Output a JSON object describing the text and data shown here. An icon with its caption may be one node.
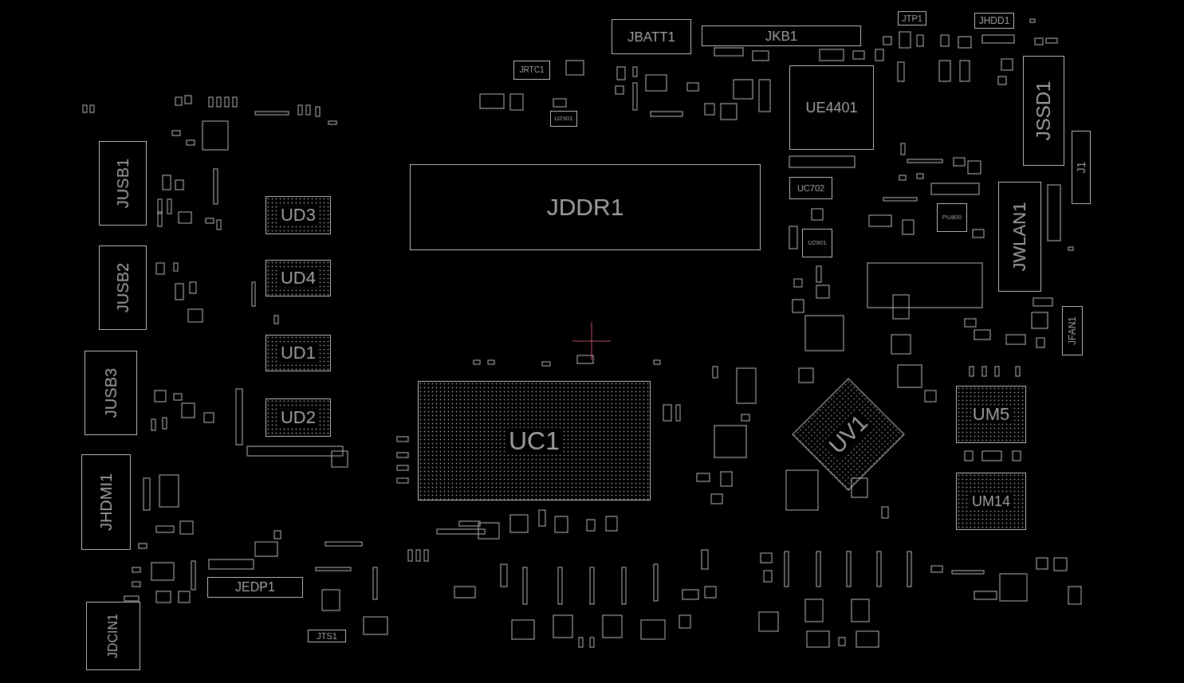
{
  "diagram": {
    "nodes": [
      {
        "text": [
          "JTP1"
        ]
      },
      {
        "text": [
          "JHDD1"
        ]
      },
      {
        "text": [
          "JBATT1"
        ]
      },
      {
        "text": [
          "JKB1"
        ]
      },
      {
        "text": [
          "JRTC1"
        ]
      },
      {
        "text": [
          "UE4401"
        ]
      },
      {
        "text": [
          "JSSD1"
        ]
      },
      {
        "text": [
          "U2901"
        ]
      },
      {
        "text": [
          "JUSB1"
        ]
      },
      {
        "text": [
          "J1"
        ]
      },
      {
        "text": [
          "JDDR1"
        ]
      },
      {
        "text": [
          "UC702"
        ]
      },
      {
        "text": [
          "JWLAN1"
        ]
      },
      {
        "text": [
          "UD3"
        ]
      },
      {
        "text": [
          "PU800"
        ]
      },
      {
        "text": [
          "U2901"
        ]
      },
      {
        "text": [
          "JUSB2"
        ]
      },
      {
        "text": [
          "UD4"
        ]
      },
      {
        "text": [
          "JFAN1"
        ]
      },
      {
        "text": [
          "UD1"
        ]
      },
      {
        "text": [
          "JUSB3"
        ]
      },
      {
        "text": [
          "UC1"
        ]
      },
      {
        "text": [
          "UV1"
        ]
      },
      {
        "text": [
          "UM5"
        ]
      },
      {
        "text": [
          "UD2"
        ]
      },
      {
        "text": [
          "UM14"
        ]
      },
      {
        "text": [
          "JHDMI1"
        ]
      },
      {
        "text": [
          "JEDP1"
        ]
      },
      {
        "text": [
          "JDCIN1"
        ]
      },
      {
        "text": [
          "JTS1"
        ]
      }
    ]
  }
}
